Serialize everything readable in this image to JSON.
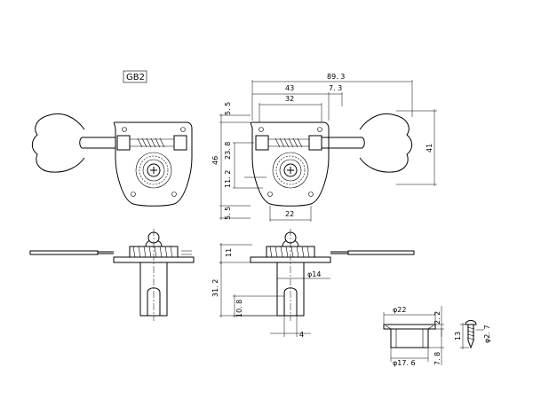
{
  "model_label": "GB2",
  "dimensions": {
    "d_89_3": "89. 3",
    "d_43": "43",
    "d_7_3": "7. 3",
    "d_32": "32",
    "d_5_5_top": "5. 5",
    "d_46": "46",
    "d_23_8": "23. 8",
    "d_11_2": "11. 2",
    "d_5_5_bottom": "5. 5",
    "d_22": "22",
    "d_41": "41",
    "d_11": "11",
    "d_31_2": "31. 2",
    "d_phi14": "φ14",
    "d_10_8": "10. 8",
    "d_4": "4",
    "d_phi22": "φ22",
    "d_2_2": "2. 2",
    "d_phi17_6": "φ17. 6",
    "d_7_8": "7. 8",
    "d_13": "13",
    "d_phi2_7": "φ2. 7"
  }
}
